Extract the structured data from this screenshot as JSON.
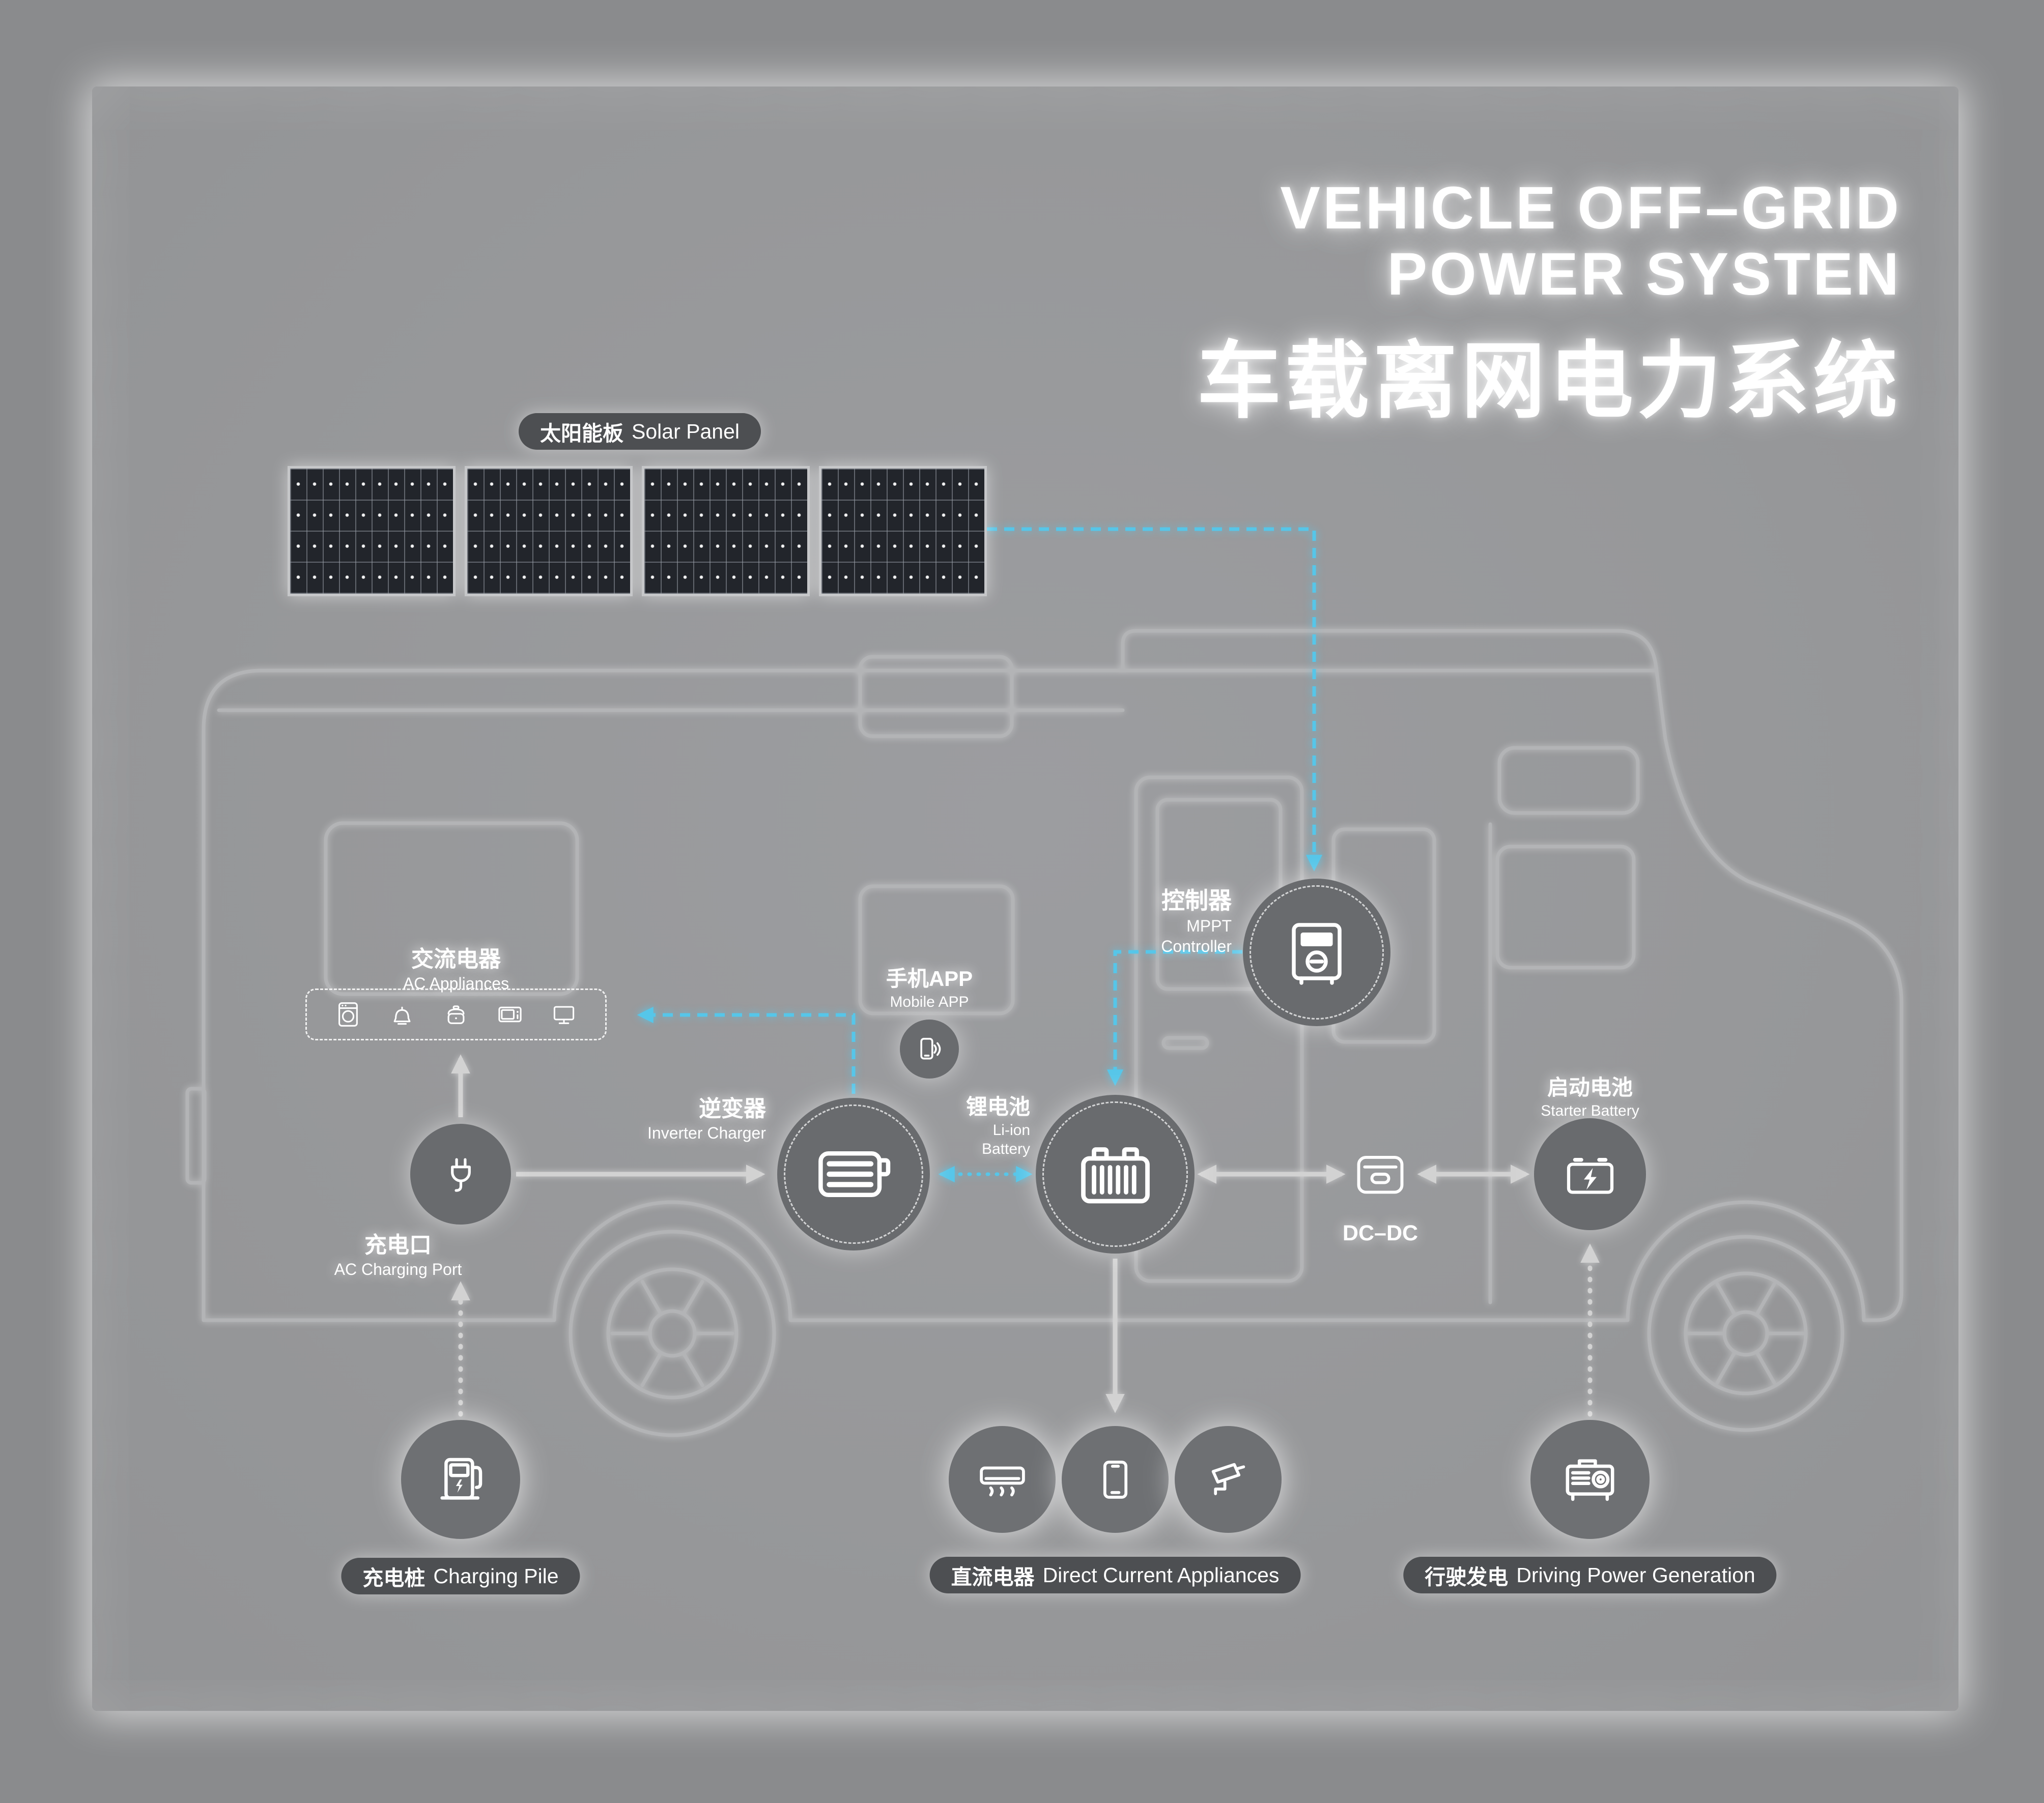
{
  "title": {
    "line1": "VEHICLE OFF–GRID",
    "line2": "POWER SYSTEN",
    "line3": "车载离网电力系统"
  },
  "solar_panel": {
    "label_zh": "太阳能板",
    "label_en": "Solar Panel",
    "panel_count": 4
  },
  "mppt": {
    "zh": "控制器",
    "en1": "MPPT",
    "en2": "Controller"
  },
  "ac_appliances": {
    "zh": "交流电器",
    "en": "AC Appliances"
  },
  "mobile_app": {
    "zh": "手机APP",
    "en": "Mobile APP"
  },
  "inverter": {
    "zh": "逆变器",
    "en": "Inverter Charger"
  },
  "li_battery": {
    "zh": "锂电池",
    "en1": "Li-ion",
    "en2": "Battery"
  },
  "dc_dc": {
    "label": "DC–DC"
  },
  "starter_battery": {
    "zh": "启动电池",
    "en": "Starter Battery"
  },
  "charging_port": {
    "zh": "充电口",
    "en": "AC Charging Port"
  },
  "charging_pile": {
    "zh": "充电桩",
    "en": "Charging Pile"
  },
  "dc_appliances": {
    "zh": "直流电器",
    "en": "Direct Current Appliances"
  },
  "driving_generation": {
    "zh": "行驶发电",
    "en": "Driving Power Generation"
  },
  "icon_names": [
    "solar-panel",
    "charge-controller-icon",
    "washing-machine-icon",
    "kettle-icon",
    "rice-cooker-icon",
    "microwave-icon",
    "monitor-icon",
    "smartphone-waves-icon",
    "inverter-icon",
    "li-ion-battery-icon",
    "dc-dc-converter-icon",
    "car-battery-icon",
    "power-plug-icon",
    "charging-pile-icon",
    "air-conditioner-icon",
    "smartphone-icon",
    "cctv-camera-icon",
    "generator-icon"
  ],
  "colors": {
    "accent_cyan": "#56c6e9",
    "arrow_gray": "#d2d2d2",
    "node_fill": "#696b6e",
    "pill_bg": "#4a4c4f",
    "background": "#8a8b8d",
    "solar_cell": "#22252b"
  }
}
